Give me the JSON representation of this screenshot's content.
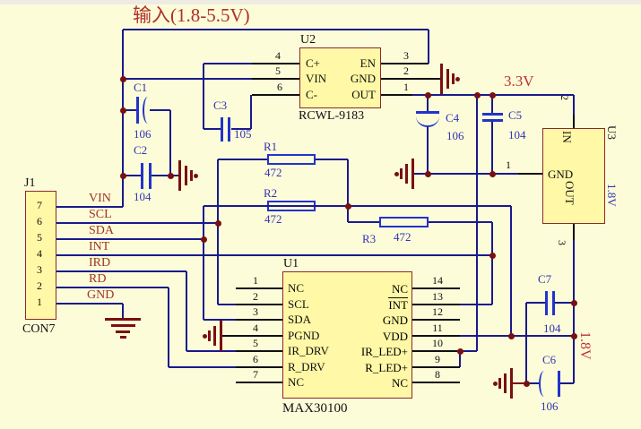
{
  "page": {
    "input_label": "输入(1.8-5.5V)"
  },
  "rails": {
    "v33": "3.3V",
    "v18_red": "1.8V"
  },
  "j1": {
    "ref": "J1",
    "footprint": "CON7",
    "pins": [
      {
        "num": "7",
        "net": "VIN"
      },
      {
        "num": "6",
        "net": "SCL"
      },
      {
        "num": "5",
        "net": "SDA"
      },
      {
        "num": "4",
        "net": "INT"
      },
      {
        "num": "3",
        "net": "IRD"
      },
      {
        "num": "2",
        "net": "RD"
      },
      {
        "num": "1",
        "net": "GND"
      }
    ]
  },
  "u2": {
    "ref": "U2",
    "part": "RCWL-9183",
    "pins_left": [
      {
        "num": "4",
        "name": "C+"
      },
      {
        "num": "5",
        "name": "VIN"
      },
      {
        "num": "6",
        "name": "C-"
      }
    ],
    "pins_right": [
      {
        "num": "3",
        "name": "EN"
      },
      {
        "num": "2",
        "name": "GND"
      },
      {
        "num": "1",
        "name": "OUT"
      }
    ]
  },
  "u1": {
    "ref": "U1",
    "part": "MAX30100",
    "pins_left": [
      {
        "num": "1",
        "name": "NC"
      },
      {
        "num": "2",
        "name": "SCL"
      },
      {
        "num": "3",
        "name": "SDA"
      },
      {
        "num": "4",
        "name": "PGND"
      },
      {
        "num": "5",
        "name": "IR_DRV"
      },
      {
        "num": "6",
        "name": "R_DRV"
      },
      {
        "num": "7",
        "name": "NC"
      }
    ],
    "pins_right": [
      {
        "num": "14",
        "name": "NC"
      },
      {
        "num": "13",
        "name": "INT"
      },
      {
        "num": "12",
        "name": "GND"
      },
      {
        "num": "11",
        "name": "VDD"
      },
      {
        "num": "10",
        "name": "IR_LED+"
      },
      {
        "num": "9",
        "name": "R_LED+"
      },
      {
        "num": "8",
        "name": "NC"
      }
    ]
  },
  "u3": {
    "ref": "U3",
    "part": "1.8V",
    "pin_top_num": "2",
    "pin_top_name": "IN",
    "pin_left_num": "1",
    "pin_left_name": "GND",
    "pin_bottom_num": "3",
    "pin_bottom_name": "OUT"
  },
  "capacitors": [
    {
      "ref": "C1",
      "value": "106"
    },
    {
      "ref": "C2",
      "value": "104"
    },
    {
      "ref": "C3",
      "value": "105"
    },
    {
      "ref": "C4",
      "value": "106"
    },
    {
      "ref": "C5",
      "value": "104"
    },
    {
      "ref": "C6",
      "value": "106"
    },
    {
      "ref": "C7",
      "value": "104"
    }
  ],
  "resistors": [
    {
      "ref": "R1",
      "value": "472"
    },
    {
      "ref": "R2",
      "value": "472"
    },
    {
      "ref": "R3",
      "value": "472"
    }
  ],
  "colors": {
    "wire": "#1a1a8c",
    "symbol": "#2233cc",
    "junction": "#7a1010",
    "label_red": "#c23030",
    "net_label": "#a03424",
    "text_blue": "#3232b4"
  }
}
